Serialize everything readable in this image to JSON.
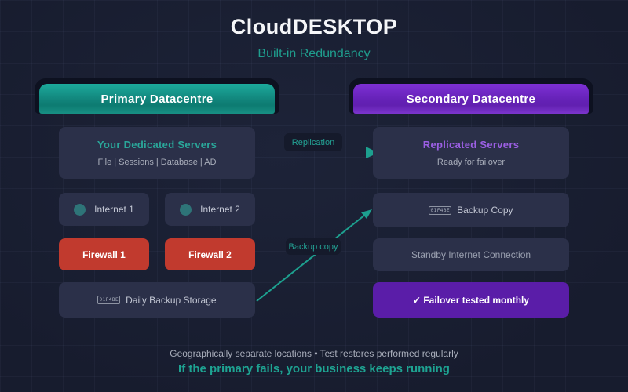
{
  "title": "CloudDESKTOP",
  "subtitle": "Built-in Redundancy",
  "colors": {
    "background": "#181d30",
    "card": "#2b3049",
    "teal_accent": "#1aa396",
    "purple_accent": "#7c2fd2",
    "firewall_red": "#c13a2e",
    "failover_purple": "#5a1da8",
    "muted_text": "#a9aebb"
  },
  "primary": {
    "header": "Primary Datacentre",
    "servers_title": "Your Dedicated Servers",
    "servers_sub": "File | Sessions | Database | AD",
    "internet1": "Internet 1",
    "internet2": "Internet 2",
    "firewall1": "Firewall 1",
    "firewall2": "Firewall 2",
    "backup_icon_codepoint": "01F4BE",
    "backup": "Daily Backup Storage"
  },
  "secondary": {
    "header": "Secondary Datacentre",
    "servers_title": "Replicated Servers",
    "servers_sub": "Ready for failover",
    "backup_icon_codepoint": "01F4BE",
    "backup": "Backup Copy",
    "standby": "Standby Internet Connection",
    "failover": "✓ Failover tested monthly"
  },
  "connections": {
    "replication_label": "Replication",
    "backup_copy_label": "Backup copy"
  },
  "footer": {
    "line1": "Geographically separate locations • Test restores performed regularly",
    "line2": "If the primary fails, your business keeps running"
  }
}
